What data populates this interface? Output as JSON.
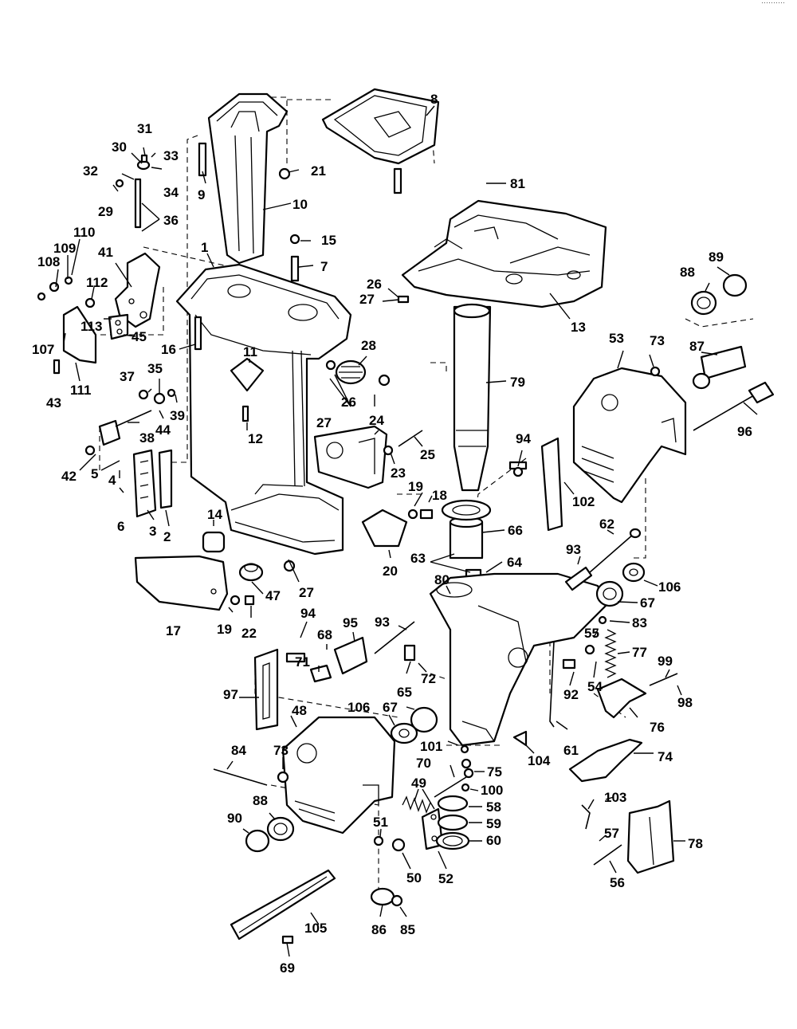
{
  "diagram": {
    "corner_mark": "··········",
    "callouts": [
      "1",
      "2",
      "3",
      "4",
      "5",
      "6",
      "7",
      "8",
      "9",
      "10",
      "11",
      "12",
      "13",
      "14",
      "15",
      "16",
      "17",
      "18",
      "19",
      "19",
      "20",
      "21",
      "22",
      "23",
      "24",
      "25",
      "26",
      "26",
      "27",
      "27",
      "27",
      "28",
      "29",
      "30",
      "31",
      "32",
      "33",
      "34",
      "35",
      "36",
      "37",
      "38",
      "39",
      "41",
      "42",
      "43",
      "44",
      "45",
      "47",
      "48",
      "49",
      "50",
      "51",
      "52",
      "53",
      "54",
      "55",
      "56",
      "57",
      "58",
      "59",
      "60",
      "61",
      "62",
      "63",
      "64",
      "65",
      "66",
      "67",
      "67",
      "68",
      "69",
      "70",
      "71",
      "72",
      "73",
      "73",
      "74",
      "75",
      "76",
      "77",
      "78",
      "79",
      "80",
      "81",
      "83",
      "84",
      "85",
      "86",
      "87",
      "88",
      "88",
      "89",
      "90",
      "92",
      "93",
      "93",
      "94",
      "94",
      "95",
      "96",
      "97",
      "98",
      "99",
      "100",
      "101",
      "102",
      "103",
      "104",
      "105",
      "106",
      "106",
      "107",
      "108",
      "109",
      "110",
      "111",
      "112",
      "113"
    ]
  }
}
